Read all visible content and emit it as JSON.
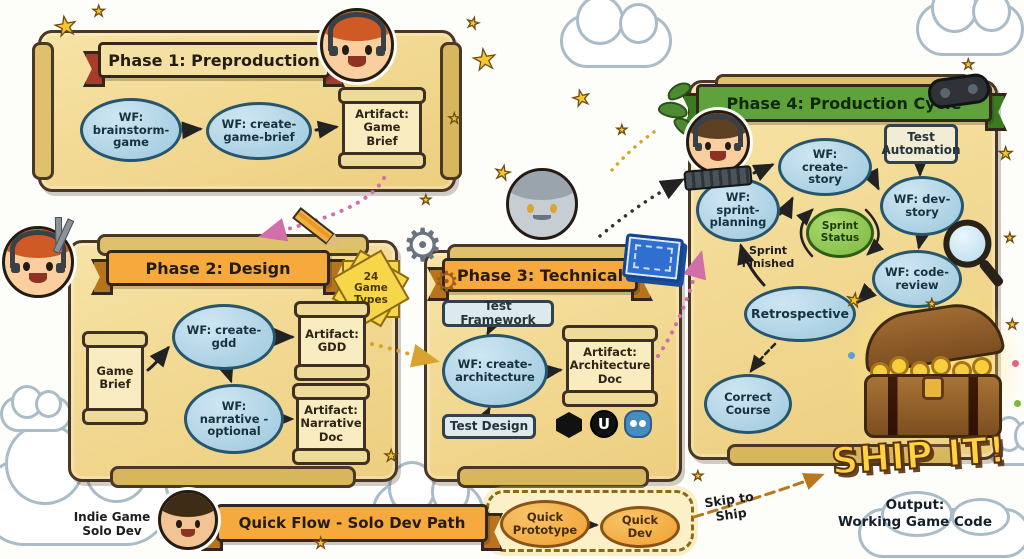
{
  "colors": {
    "parchment": "#f2d78f",
    "ribbon_orange": "#f6a93c",
    "ribbon_green": "#5fa23b",
    "ribbon_tan": "#f5e0a4",
    "node_blue": "#a9cfe3",
    "node_green": "#7fc241",
    "node_orange": "#f3a83b",
    "gold": "#f7c948"
  },
  "icons": {
    "star": "★",
    "gear": "⚙"
  },
  "phase1": {
    "title": "Phase 1: Preproduction",
    "wf_brainstorm": "WF: brainstorm-game",
    "wf_create_brief": "WF: create-game-brief",
    "artifact_brief": "Artifact: Game Brief"
  },
  "phase2": {
    "title": "Phase 2: Design",
    "badge": "24 Game Types",
    "input_brief": "Game Brief",
    "wf_create_gdd": "WF: create-gdd",
    "artifact_gdd": "Artifact: GDD",
    "wf_narrative": "WF: narrative - optional",
    "artifact_narrative": "Artifact: Narrative Doc"
  },
  "phase3": {
    "title": "Phase 3: Technical",
    "test_framework": "Test Framework",
    "wf_architecture": "WF: create-architecture",
    "artifact_architecture": "Artifact: Architecture Doc",
    "test_design": "Test Design"
  },
  "phase4": {
    "title": "Phase 4: Production Cycle",
    "wf_create_story": "WF: create-story",
    "test_automation": "Test Automation",
    "wf_sprint_planning": "WF: sprint-planning",
    "wf_dev_story": "WF: dev-story",
    "sprint_status": "Sprint Status",
    "sprint_finished": "Sprint Finished",
    "wf_code_review": "WF: code-review",
    "retrospective": "Retrospective",
    "correct_course": "Correct Course"
  },
  "ship": {
    "headline": "SHIP IT!",
    "output_label": "Output:",
    "output_value": "Working Game Code"
  },
  "quick_flow": {
    "title": "Quick Flow - Solo Dev Path",
    "persona": "Indie Game Solo Dev",
    "quick_prototype": "Quick Prototype",
    "quick_dev": "Quick Dev",
    "skip_label": "Skip to Ship"
  },
  "engines": {
    "unreal": "U"
  }
}
